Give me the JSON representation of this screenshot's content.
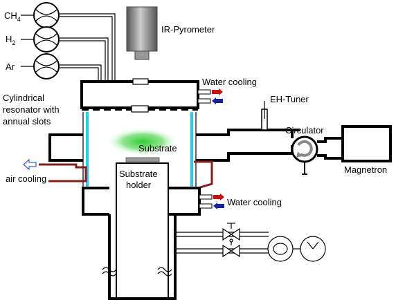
{
  "labels": {
    "ch4_main": "CH",
    "ch4_sub": "4",
    "h2_main": "H",
    "h2_sub": "2",
    "ar": "Ar",
    "ir_pyrometer": "IR-Pyrometer",
    "water_cooling_top": "Water cooling",
    "water_cooling_bottom": "Water cooling",
    "eh_tuner": "EH-Tuner",
    "circulator": "Circulator",
    "magnetron": "Magnetron",
    "resonator_line1": "Cylindrical",
    "resonator_line2": "resonator with",
    "resonator_line3": "annual slots",
    "substrate": "Substrate",
    "substrate_holder_line1": "Substrate",
    "substrate_holder_line2": "holder",
    "air_cooling": "air cooling"
  },
  "colors": {
    "plasma": "#33cc33",
    "quartz_wall": "#22ccee",
    "coolant_line": "#8b1a1a",
    "flow_in": "#cc1111",
    "flow_out": "#1122aa",
    "air_arrow": "#4466cc",
    "pyrometer_dark": "#666666",
    "pyrometer_light": "#bbbbbb",
    "substrate_plate": "#999999"
  },
  "icons": {
    "flow_controller": "mass-flow-controller-icon",
    "valve": "valve-icon",
    "pump": "vacuum-pump-icon",
    "gauge": "pressure-gauge-icon",
    "break": "break-line-icon",
    "circulator": "circulator-rotation-icon"
  }
}
